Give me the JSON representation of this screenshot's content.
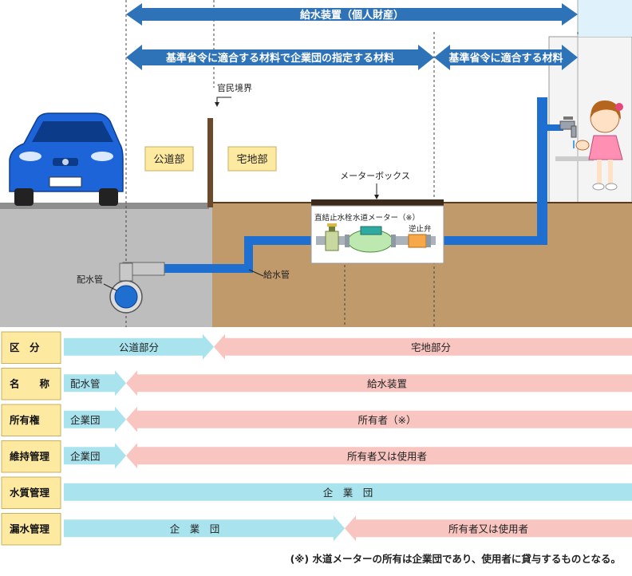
{
  "top_bands": {
    "water_supply_device": "給水装置（個人財産）",
    "designated_material": "基準省令に適合する材料で企業団の指定する材料",
    "standard_material": "基準省令に適合する材料"
  },
  "labels": {
    "boundary": "官民境界",
    "public_road": "公道部",
    "private_land": "宅地部",
    "meter_box": "メーターボックス",
    "stop_valve": "直結止水栓",
    "water_meter": "水道メーター（※）",
    "check_valve": "逆止弁",
    "distribution_pipe": "配水管",
    "service_pipe": "給水管"
  },
  "rows": [
    {
      "label": "区　分",
      "left": "公道部分",
      "right": "宅地部分"
    },
    {
      "label": "名　　称",
      "left": "配水管",
      "right": "給水装置"
    },
    {
      "label": "所有権",
      "left": "企業団",
      "right": "所有者（※）"
    },
    {
      "label": "維持管理",
      "left": "企業団",
      "right": "所有者又は使用者"
    },
    {
      "label": "水質管理",
      "center": "企　業　団"
    },
    {
      "label": "漏水管理",
      "left": "企　業　団",
      "right": "所有者又は使用者"
    }
  ],
  "footnote": "(※) 水道メーターの所有は企業団であり、使用者に貸与するものとなる。",
  "colors": {
    "band_blue": "#2e73b8",
    "pipe_blue": "#1f6fd0",
    "road_gray": "#bdbdbd",
    "soil_brown": "#c19a6b",
    "label_yellow": "#fde9a0",
    "arrow_cyan": "#a9e3ee",
    "arrow_pink": "#f9c5c0"
  }
}
